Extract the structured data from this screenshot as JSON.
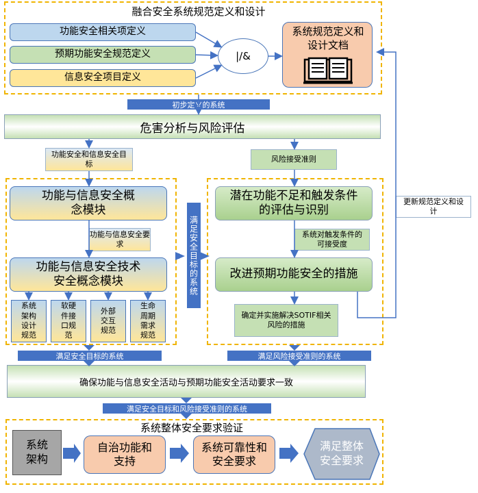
{
  "top_group": {
    "title": "融合安全系统规范定义和设计",
    "item1": "功能安全相关项定义",
    "item2": "预期功能安全规范定义",
    "item3": "信息安全项目定义",
    "join": "|/&",
    "doc": "系统规范定义和设计文档"
  },
  "bar_initial": "初步定义的系统",
  "hazard": "危害分析与风险评估",
  "goals_label": "功能安全和信息安全目标",
  "risk_label": "风险接受准则",
  "update_label": "更新规范定义和设计",
  "left_group": {
    "concept": "功能与信息安全概念模块",
    "req_label": "功能与信息安全要求",
    "tech": "功能与信息安全技术安全概念模块",
    "subs": [
      "系统架构设计规范",
      "软硬件接口规范",
      "外部交互规范",
      "生命周期需求规范"
    ]
  },
  "mid_bar": "满足安全目标的系统",
  "right_group": {
    "eval": "潜在功能不足和触发条件的评估与识别",
    "accept_label": "系统对触发条件的可接受度",
    "improve": "改进预期功能安全的措施",
    "measures": "确定并实施解决SOTIF相关风险的措施"
  },
  "bar_left": "满足安全目标的系统",
  "bar_right": "满足风险接受准则的系统",
  "ensure": "确保功能与信息安全活动与预期功能安全活动要求一致",
  "bar_bottom": "满足安全目标和风险接受准则的系统",
  "verify_group": {
    "title": "系统整体安全要求验证",
    "arch": "系统架构",
    "auto": "自治功能和支持",
    "reliab": "系统可靠性和安全要求",
    "result": "满足整体安全要求"
  },
  "colors": {
    "accent_blue": "#4472c4",
    "dash_orange": "#f0b400",
    "doc_orange": "#f8cbad"
  }
}
